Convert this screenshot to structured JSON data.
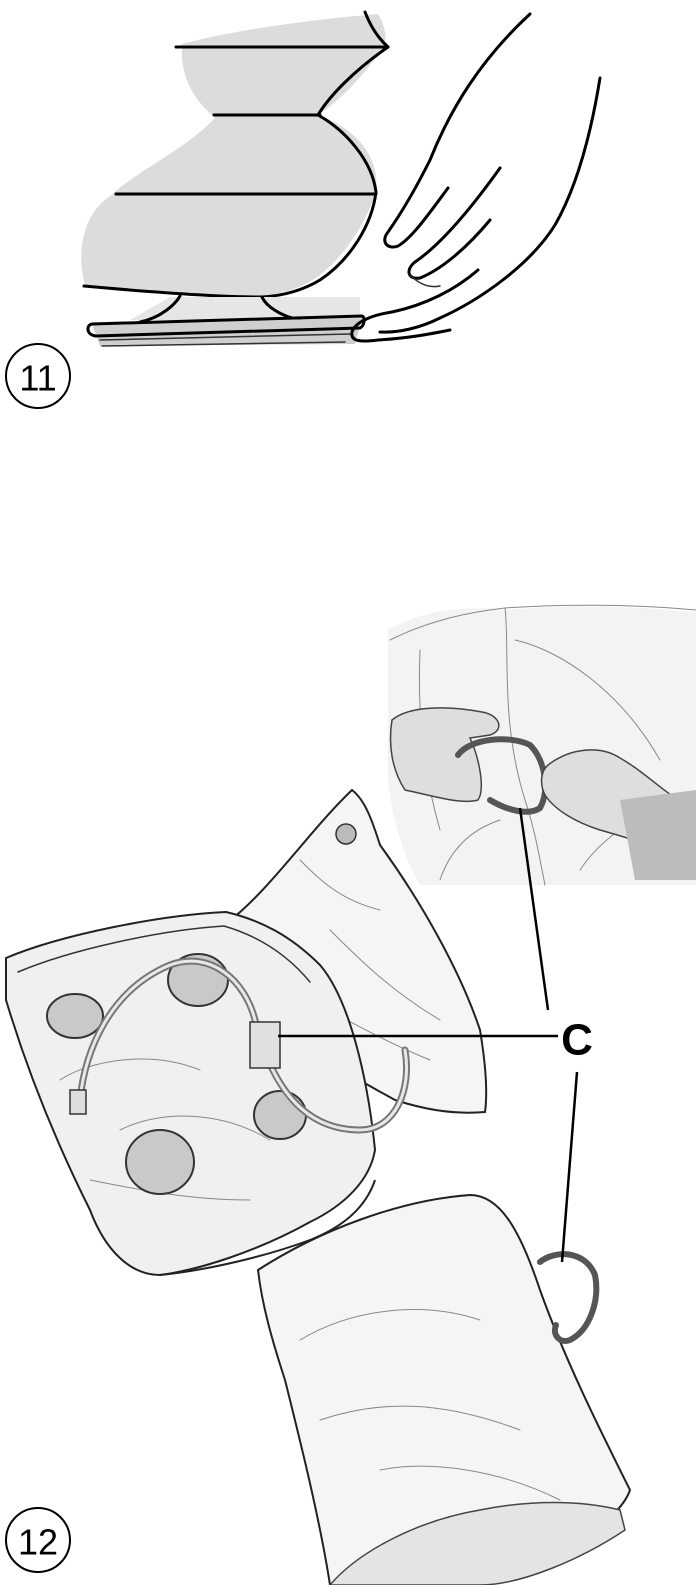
{
  "steps": [
    {
      "number": "11"
    },
    {
      "number": "12"
    }
  ],
  "callout": {
    "label": "C"
  }
}
